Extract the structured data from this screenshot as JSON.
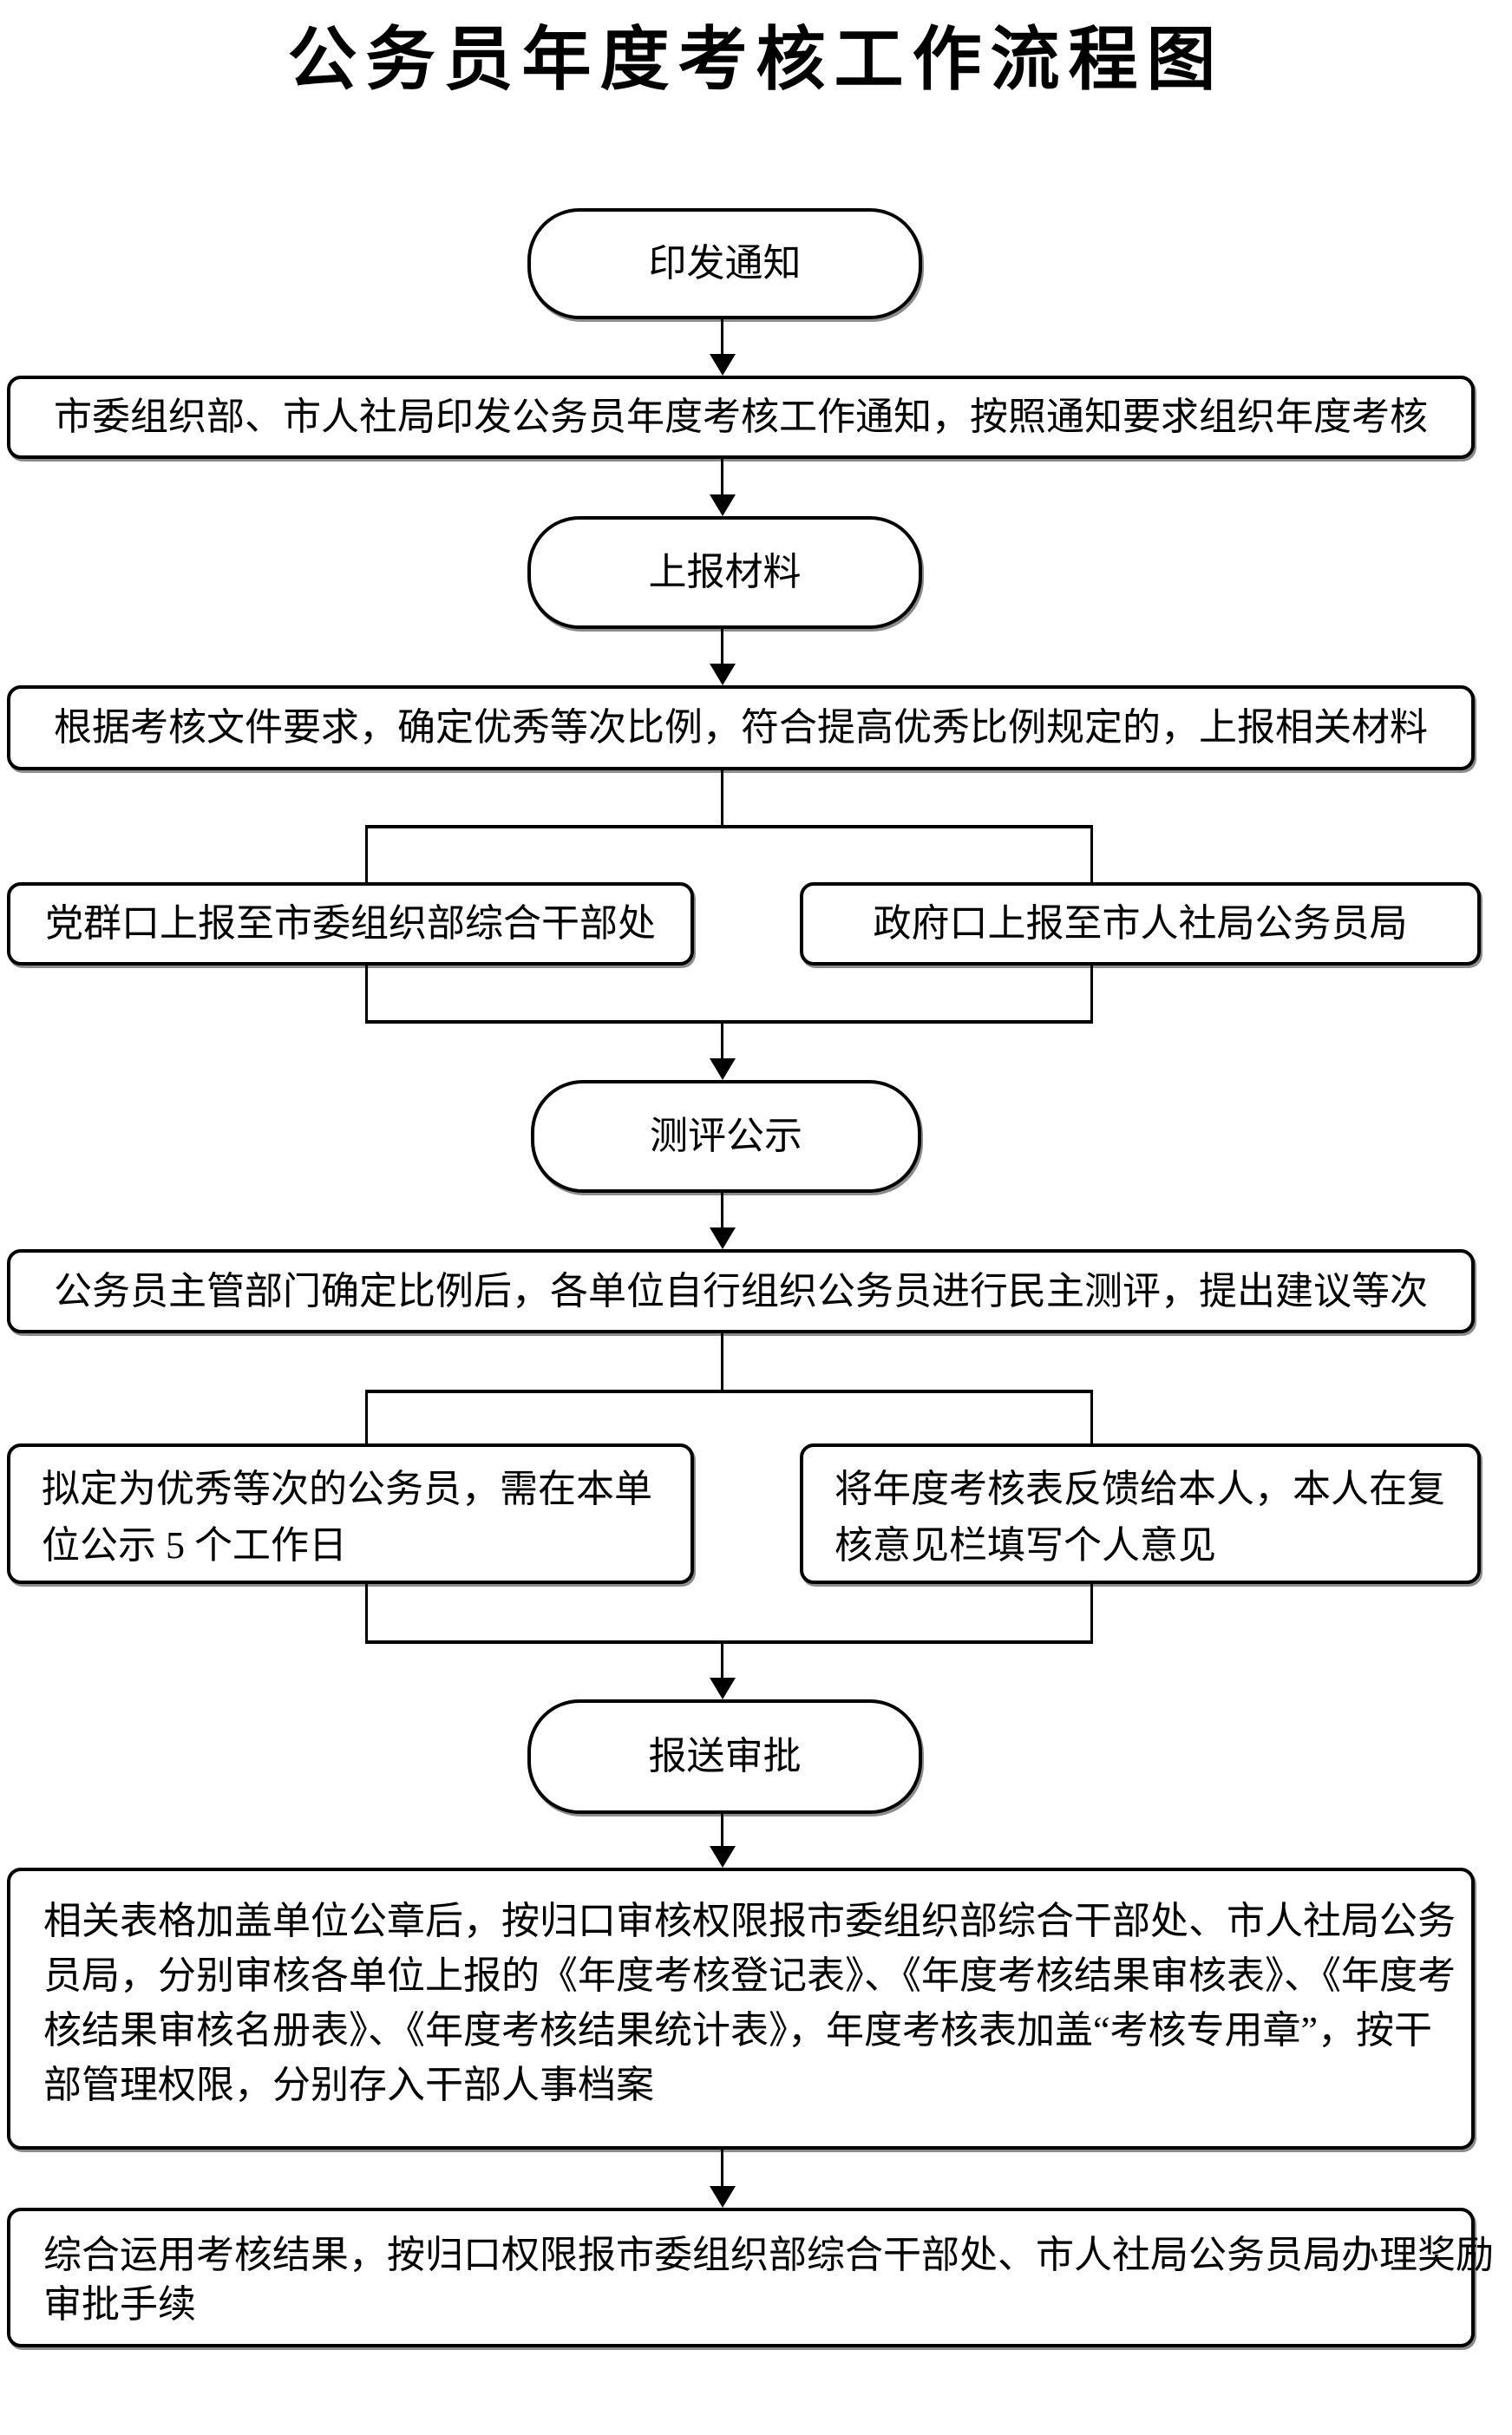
{
  "title": "公务员年度考核工作流程图",
  "flow": {
    "stage_issue_notice": "印发通知",
    "desc_issue_notice": "市委组织部、市人社局印发公务员年度考核工作通知，按照通知要求组织年度考核",
    "stage_submit_materials": "上报材料",
    "desc_submit_materials": "根据考核文件要求，确定优秀等次比例，符合提高优秀比例规定的，上报相关材料",
    "branch_party": "党群口上报至市委组织部综合干部处",
    "branch_government": "政府口上报至市人社局公务员局",
    "stage_evaluation": "测评公示",
    "desc_evaluation": "公务员主管部门确定比例后，各单位自行组织公务员进行民主测评，提出建议等次",
    "branch_publicity": {
      "lines": [
        "拟定为优秀等次的公务员，需在本单",
        "位公示 5 个工作日"
      ]
    },
    "branch_feedback": {
      "lines": [
        "将年度考核表反馈给本人，本人在复",
        "核意见栏填写个人意见"
      ]
    },
    "stage_approval": "报送审批",
    "desc_review": {
      "lines": [
        "相关表格加盖单位公章后，按归口审核权限报市委组织部综合干部处、市人社局公务",
        "员局，分别审核各单位上报的《年度考核登记表》、《年度考核结果审核表》、《年度考",
        "核结果审核名册表》、《年度考核结果统计表》，年度考核表加盖“考核专用章”，按干",
        "部管理权限，分别存入干部人事档案"
      ]
    },
    "desc_reward": {
      "lines": [
        "综合运用考核结果，按归口权限报市委组织部综合干部处、市人社局公务员局办理奖励",
        "审批手续"
      ]
    }
  },
  "colors": {
    "ink": "#000000",
    "background": "#ffffff"
  }
}
